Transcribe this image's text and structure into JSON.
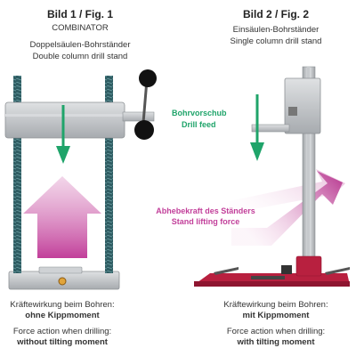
{
  "fig1": {
    "title": "Bild 1 / Fig. 1",
    "model": "COMBINATOR",
    "name_de": "Doppelsäulen-Bohrständer",
    "name_en": "Double column drill stand",
    "caption_de_line1": "Kräftewirkung beim Bohren:",
    "caption_de_line2": "ohne Kippmoment",
    "caption_en_line1": "Force action when drilling:",
    "caption_en_line2": "without tilting moment"
  },
  "fig2": {
    "title": "Bild 2 / Fig. 2",
    "name_de": "Einsäulen-Bohrständer",
    "name_en": "Single column drill stand",
    "caption_de_line1": "Kräftewirkung beim Bohren:",
    "caption_de_line2": "mit Kippmoment",
    "caption_en_line1": "Force action when drilling:",
    "caption_en_line2": "with tilting moment"
  },
  "feed_label": {
    "de": "Bohrvorschub",
    "en": "Drill feed"
  },
  "lift_label": {
    "de": "Abhebekraft des Ständers",
    "en": "Stand lifting force"
  },
  "colors": {
    "feed_arrow": "#1fa46a",
    "lift_arrow": "#c23f9a",
    "column_dark": "#2f5d63",
    "base_red": "#b8203f",
    "metal": "#b9bcbf"
  }
}
